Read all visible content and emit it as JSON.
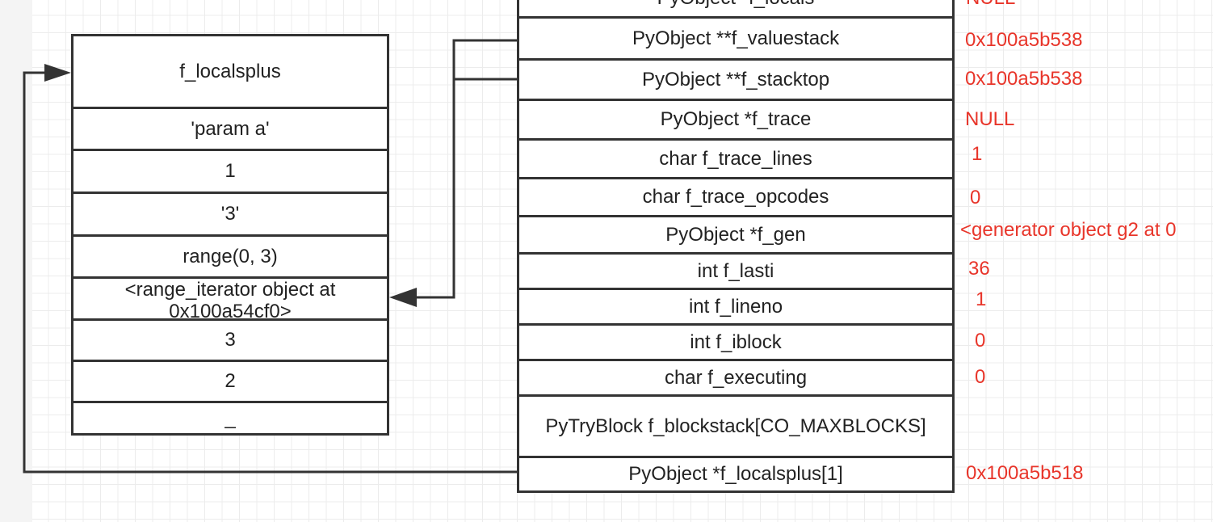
{
  "left_array": {
    "cells": [
      "f_localsplus",
      "'param a'",
      "1",
      "'3'",
      "range(0, 3)",
      "<range_iterator object at 0x100a54cf0>",
      "3",
      "2",
      "_"
    ]
  },
  "frame_struct": {
    "rows": [
      {
        "field": "PyObject *f_locals",
        "value": "NULL"
      },
      {
        "field": "PyObject **f_valuestack",
        "value": "0x100a5b538"
      },
      {
        "field": "PyObject **f_stacktop",
        "value": "0x100a5b538"
      },
      {
        "field": "PyObject *f_trace",
        "value": "NULL"
      },
      {
        "field": "char f_trace_lines",
        "value": "1"
      },
      {
        "field": "char f_trace_opcodes",
        "value": "0"
      },
      {
        "field": "PyObject *f_gen",
        "value": "<generator object g2 at 0"
      },
      {
        "field": "int f_lasti",
        "value": "36"
      },
      {
        "field": "int f_lineno",
        "value": "1"
      },
      {
        "field": "int f_iblock",
        "value": "0"
      },
      {
        "field": "char f_executing",
        "value": "0"
      },
      {
        "field": "PyTryBlock f_blockstack[CO_MAXBLOCKS]",
        "value": ""
      },
      {
        "field": "PyObject *f_localsplus[1]",
        "value": "0x100a5b518"
      }
    ]
  },
  "colors": {
    "border": "#333333",
    "value_text": "#e8352a",
    "grid": "#ececec"
  }
}
